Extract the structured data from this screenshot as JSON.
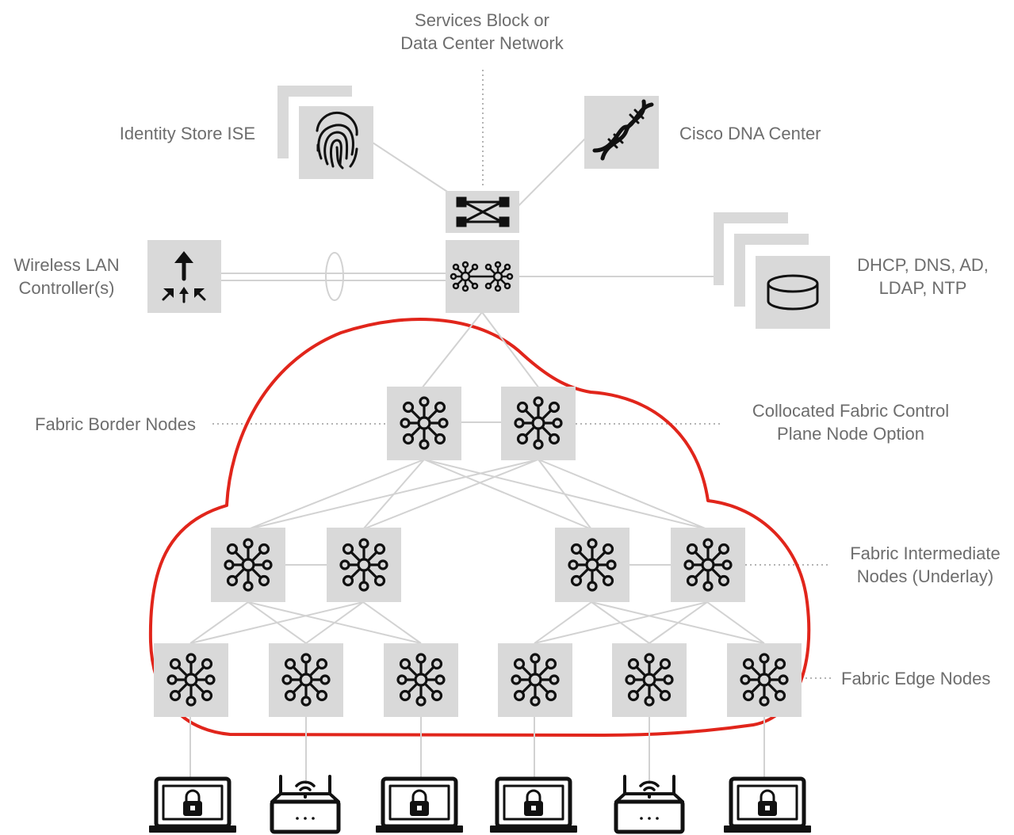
{
  "labels": {
    "services_block_line1": "Services Block or",
    "services_block_line2": "Data Center Network",
    "identity_store": "Identity Store ISE",
    "dna_center": "Cisco DNA Center",
    "wlc_line1": "Wireless LAN",
    "wlc_line2": "Controller(s)",
    "dhcp_line1": "DHCP, DNS, AD,",
    "dhcp_line2": "LDAP, NTP",
    "fabric_border": "Fabric Border Nodes",
    "control_plane_line1": "Collocated Fabric Control",
    "control_plane_line2": "Plane Node Option",
    "intermediate_line1": "Fabric Intermediate",
    "intermediate_line2": "Nodes (Underlay)",
    "edge": "Fabric Edge Nodes"
  },
  "icons": {
    "identity": "fingerprint-icon",
    "dna": "dna-helix-icon",
    "wlc": "wireless-controller-arrows-icon",
    "servers": "database-icon",
    "services_switch": "layer2-switch-icon",
    "services_router": "multilayer-router-icon",
    "fabric_node": "fabric-node-icon",
    "endpoint_laptop": "laptop-lock-icon",
    "endpoint_ap": "wireless-access-point-icon"
  },
  "endpoints": [
    "laptop",
    "access-point",
    "laptop",
    "laptop",
    "access-point",
    "laptop"
  ],
  "colors": {
    "fabric_cloud": "#e1251b",
    "node_fill": "#d9d9d9",
    "link": "#d2d2d2",
    "text": "#6d6d6d",
    "icon": "#111111"
  }
}
